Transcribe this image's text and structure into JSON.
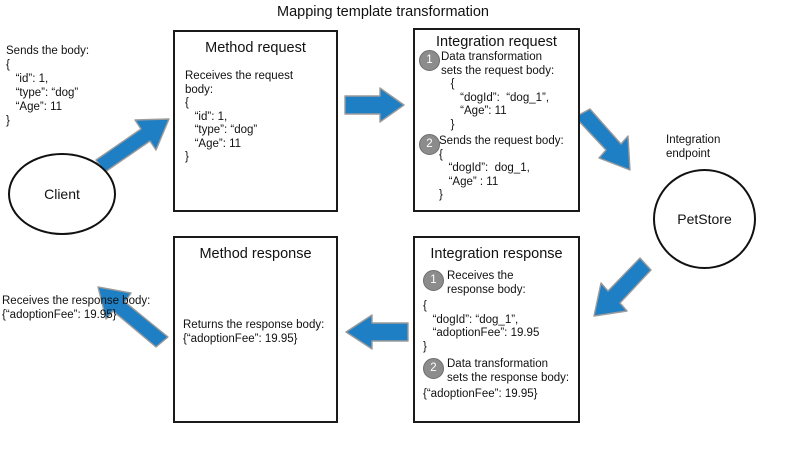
{
  "title": "Mapping template transformation",
  "client": {
    "label": "Client",
    "request_note": "Sends the body:\n{\n   “id”: 1,\n   “type”: “dog”\n   “Age”: 11\n}",
    "response_note": "Receives the response body:\n{“adoptionFee”: 19.95}"
  },
  "endpoint": {
    "caption": "Integration\nendpoint",
    "label": "PetStore"
  },
  "boxes": {
    "method_request": {
      "title": "Method request",
      "body": "Receives the request\nbody:\n{\n   “id”: 1,\n   “type”: “dog”\n   “Age”: 11\n}"
    },
    "integration_request": {
      "title": "Integration request",
      "steps": [
        {
          "number": "1",
          "text": "Data transformation\nsets the request body:\n   {\n      “dogId”:  “dog_1”,\n      “Age”: 11\n   }"
        },
        {
          "number": "2",
          "text": "Sends the request body:\n{\n   “dogId”:  dog_1,\n   “Age” : 11\n}"
        }
      ]
    },
    "integration_response": {
      "title": "Integration response",
      "steps": [
        {
          "number": "1",
          "text": "Receives the\nresponse body:"
        },
        {
          "number": "2",
          "text": "Data transformation\nsets the response body:"
        }
      ],
      "body_1": "{\n   “dogId”: “dog_1”,\n   “adoptionFee”: 19.95\n}",
      "body_2": "{“adoptionFee”: 19.95}"
    },
    "method_response": {
      "title": "Method response",
      "body": "Returns the response body:\n{“adoptionFee”: 19.95}"
    }
  },
  "colors": {
    "arrow": "#1F7FC4",
    "arrow_outline": "#9b9b9b",
    "badge": "#8c8c8c",
    "stroke": "#1a1a1a"
  },
  "arrows": [
    {
      "name": "client-to-method-request",
      "direction": "up-right"
    },
    {
      "name": "method-request-to-integration-request",
      "direction": "right"
    },
    {
      "name": "integration-request-to-endpoint",
      "direction": "down-right"
    },
    {
      "name": "endpoint-to-integration-response",
      "direction": "down-left"
    },
    {
      "name": "integration-response-to-method-response",
      "direction": "left"
    },
    {
      "name": "method-response-to-client",
      "direction": "up-left"
    }
  ]
}
